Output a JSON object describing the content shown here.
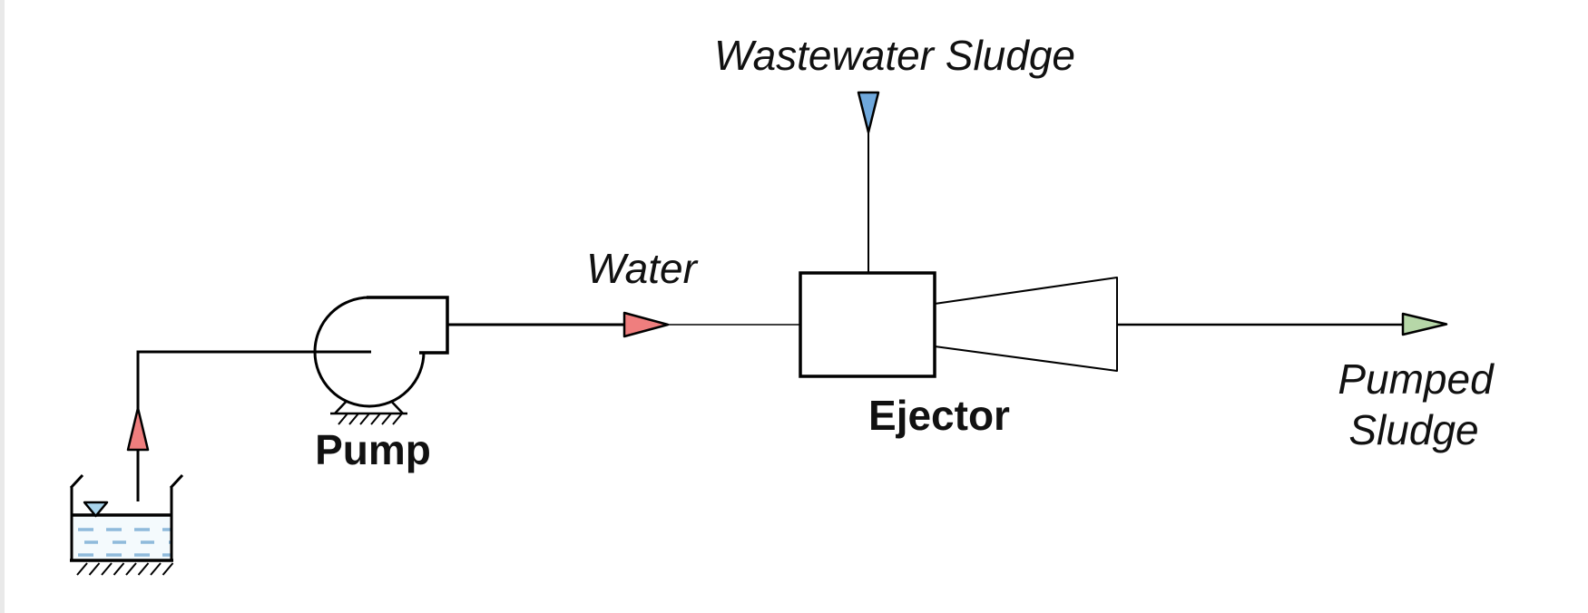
{
  "page": {
    "background": "#ffffff",
    "edge_strip_color": "#e9e9e9"
  },
  "labels": {
    "wastewater_sludge": "Wastewater Sludge",
    "water": "Water",
    "pump": "Pump",
    "ejector": "Ejector",
    "pumped_sludge": {
      "line1": "Pumped",
      "line2": "Sludge"
    }
  },
  "colors": {
    "line": "#000000",
    "suction_flow_arrow": "#ef7e7e",
    "water_flow_arrow": "#ef7e7e",
    "wastewater_inlet_arrow": "#6fa8dc",
    "pumped_sludge_arrow": "#b6d7a8",
    "water_level_symbol": "#a9d4ec",
    "tank_water_dashes": "#8fbadb",
    "tank_water_fill": "#f4fafd"
  }
}
